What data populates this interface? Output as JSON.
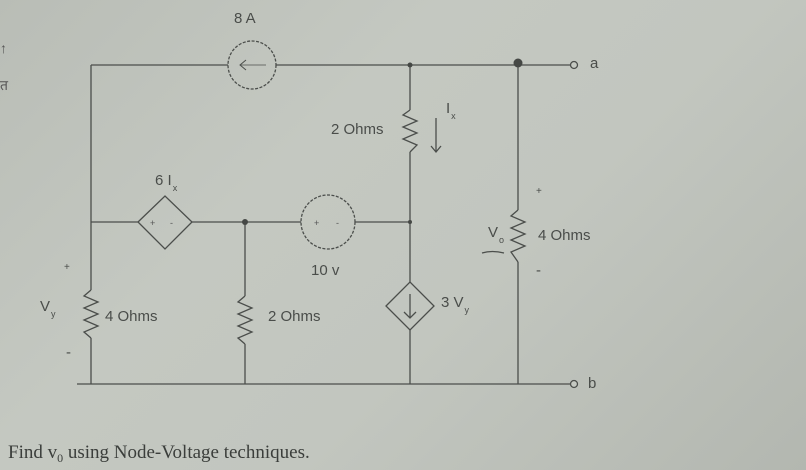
{
  "diagram": {
    "type": "circuit",
    "components": {
      "current_source_top": {
        "label": "8 A",
        "direction": "left"
      },
      "resistor_top_right": {
        "label": "2 Ohms"
      },
      "current_label": {
        "main": "I",
        "sub": "x"
      },
      "dependent_voltage_source": {
        "label_main": "6 I",
        "label_sub": "x",
        "polarity": "+ -"
      },
      "independent_voltage_source": {
        "label": "10 v",
        "polarity": "+ -"
      },
      "resistor_left": {
        "label": "4 Ohms",
        "voltage_main": "V",
        "voltage_sub": "y",
        "plus": "+",
        "minus": "-"
      },
      "resistor_middle": {
        "label": "2 Ohms"
      },
      "dependent_current_source": {
        "label_main": "3 V",
        "label_sub": "y",
        "direction": "down"
      },
      "resistor_output": {
        "label": "4 Ohms",
        "voltage_main": "V",
        "voltage_sub": "o",
        "plus": "+",
        "minus": "-"
      },
      "terminal_a": {
        "label": "a"
      },
      "terminal_b": {
        "label": "b"
      }
    }
  },
  "caption": {
    "before": "Find v",
    "subscript": "0",
    "after": " using Node-Voltage techniques."
  },
  "margin_marks": [
    "↑",
    "त"
  ]
}
